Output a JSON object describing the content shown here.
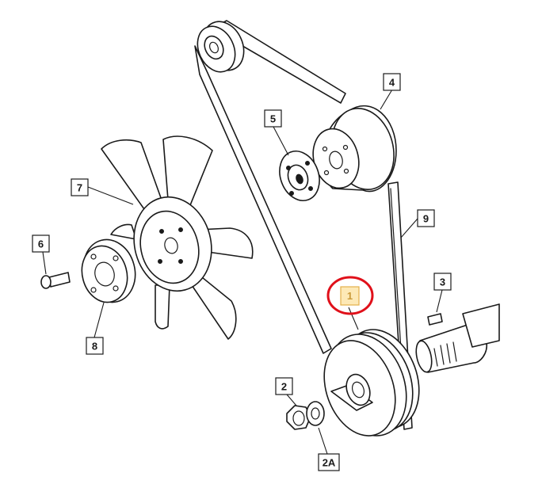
{
  "callouts": {
    "c1": "1",
    "c2": "2",
    "c2a": "2A",
    "c3": "3",
    "c4": "4",
    "c5": "5",
    "c6": "6",
    "c7": "7",
    "c8": "8",
    "c9": "9"
  },
  "colors": {
    "line": "#1a1a1a",
    "highlight_box_fill": "#fde9b6",
    "highlight_box_stroke": "#e3b04a",
    "highlight_text": "#c99a3a",
    "highlight_ring": "#e0101a"
  },
  "highlighted_part": "1"
}
